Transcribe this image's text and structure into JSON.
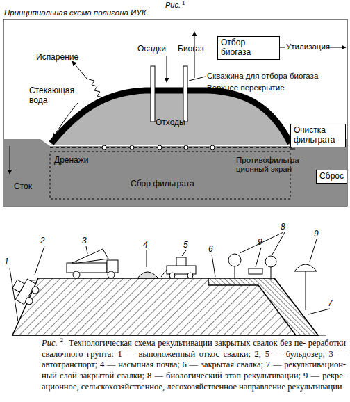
{
  "diagram": {
    "title": "Принципиальная схема полигона ИУК.",
    "caption": "Технологическая схема рекультивации закрытых свалок без пе- реработки свалочного грунта: 1 — выположенный откос свалки; 2, 5 — бульдозер; 3 — автотранспорт; 4 — насыпная почва; 6 — закрытая свалка; 7 — рекультивацион- ный слой закрытой свалки; 8 — биологический этап рекультивации; 9 — рекре- ационное, сельскохозяйственное, лесохозяйственное направление рекультивации",
    "nodes": [
      {
        "text": [
          "Отбор биогаза"
        ]
      },
      {
        "text": [
          "Очистка фильтрата"
        ]
      },
      {
        "text": [
          "Сброс"
        ]
      }
    ],
    "labels": [
      "Рис.",
      "1",
      "Осадки",
      "Биогаз",
      "Утилизация",
      "Испарение",
      "Скважина для отбора биогаза",
      "Верхнее перекрытие",
      "Стекающая вода",
      "Отходы",
      "Дренажи",
      "Противофильтра- ционный экран",
      "Сток",
      "Сбор фильтрата",
      "1",
      "2",
      "3",
      "4",
      "5",
      "6",
      "7",
      "8",
      "9",
      "9",
      "Рис.",
      "2"
    ]
  }
}
